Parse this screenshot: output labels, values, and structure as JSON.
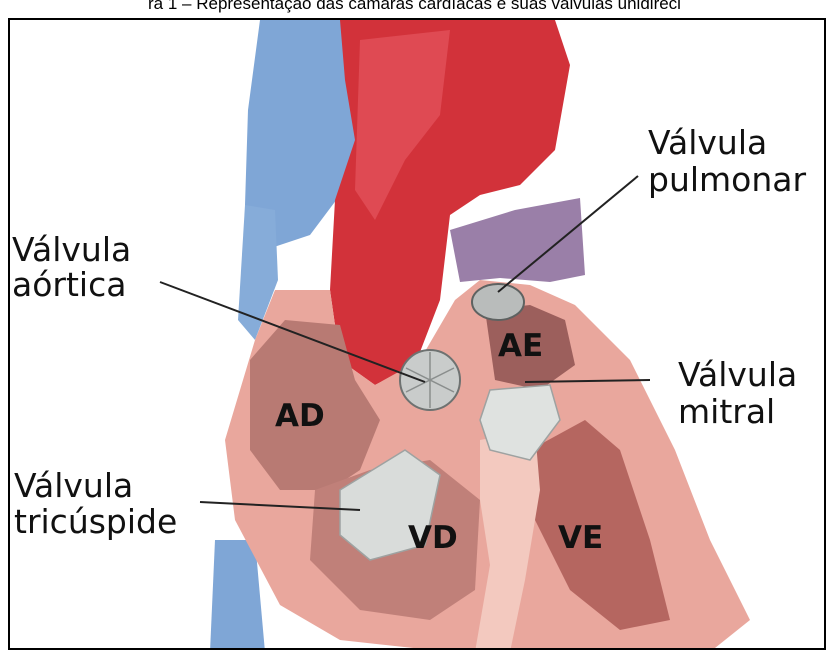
{
  "caption": "ra 1 – Representação das câmaras cardíacas e suas válvulas unidireci",
  "labels": {
    "pulmonar_1": "Válvula",
    "pulmonar_2": "pulmonar",
    "aortica_1": "Válvula",
    "aortica_2": "aórtica",
    "mitral_1": "Válvula",
    "mitral_2": "mitral",
    "tricuspide_1": "Válvula",
    "tricuspide_2": "tricúspide"
  },
  "chambers": {
    "ad": "AD",
    "ae": "AE",
    "vd": "VD",
    "ve": "VE"
  },
  "colors": {
    "vein_blue": "#7fa6d6",
    "aorta_red": "#d2323a",
    "muscle": "#e9a79d",
    "chamber_interior": "#b87a73",
    "pulmonary_purple": "#9a7fa8",
    "valve_gray": "#c9cccb"
  }
}
